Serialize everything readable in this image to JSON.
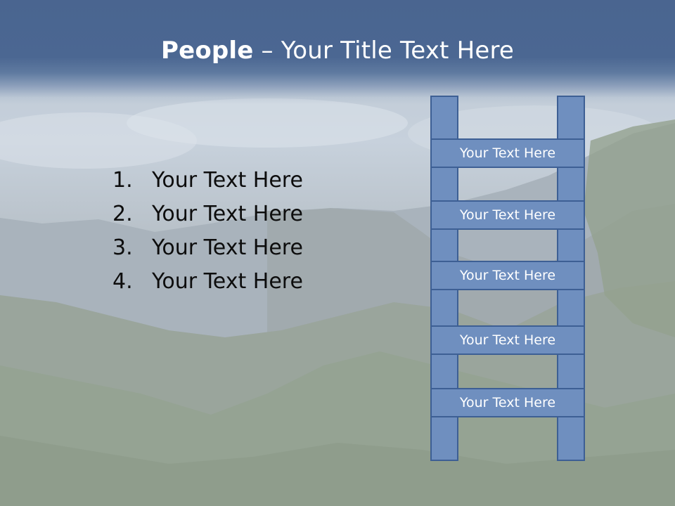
{
  "title": {
    "bold": "People",
    "rest": " – Your Title Text Here"
  },
  "list": {
    "items": [
      {
        "num": "1.",
        "text": "Your Text Here"
      },
      {
        "num": "2.",
        "text": "Your Text Here"
      },
      {
        "num": "3.",
        "text": "Your Text Here"
      },
      {
        "num": "4.",
        "text": "Your Text Here"
      }
    ]
  },
  "ladder": {
    "rungs": [
      "Your Text Here",
      "Your Text Here",
      "Your Text Here",
      "Your Text Here",
      "Your Text Here"
    ]
  },
  "colors": {
    "title_bar": "#4a6590",
    "ladder_fill": "#6f8fbf",
    "ladder_border": "#3d5f94"
  }
}
